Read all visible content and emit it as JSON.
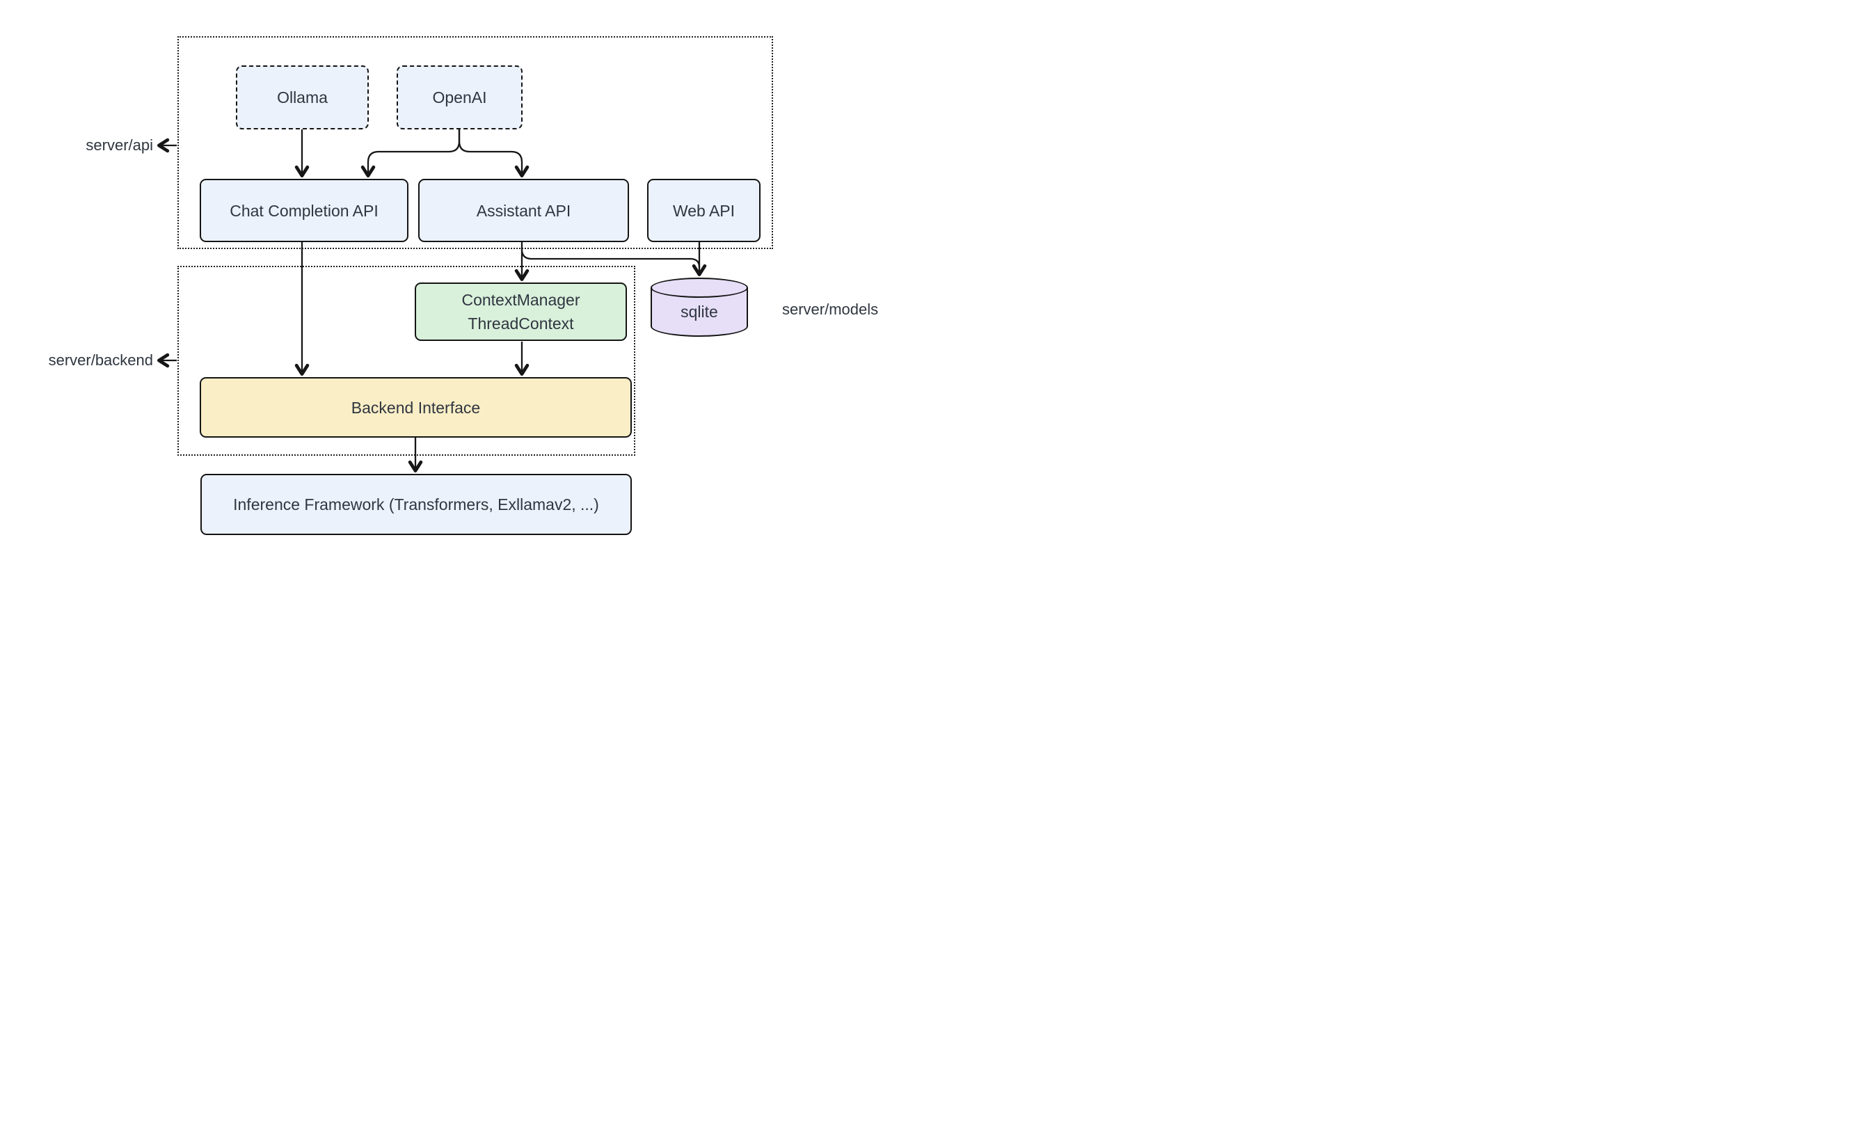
{
  "diagram": {
    "regions": {
      "server_api": {
        "label": "server/api"
      },
      "server_backend": {
        "label": "server/backend"
      },
      "server_models": {
        "label": "server/models"
      }
    },
    "nodes": {
      "ollama": {
        "label": "Ollama"
      },
      "openai": {
        "label": "OpenAI"
      },
      "chat_completion_api": {
        "label": "Chat Completion API"
      },
      "assistant_api": {
        "label": "Assistant API"
      },
      "web_api": {
        "label": "Web API"
      },
      "context_manager": {
        "line1": "ContextManager",
        "line2": "ThreadContext"
      },
      "sqlite": {
        "label": "sqlite"
      },
      "backend_interface": {
        "label": "Backend Interface"
      },
      "inference_framework": {
        "label": "Inference Framework (Transformers, Exllamav2, ...)"
      }
    },
    "edges": [
      {
        "from": "Ollama",
        "to": "Chat Completion API"
      },
      {
        "from": "OpenAI",
        "to": "Chat Completion API"
      },
      {
        "from": "OpenAI",
        "to": "Assistant API"
      },
      {
        "from": "Chat Completion API",
        "to": "Backend Interface"
      },
      {
        "from": "Assistant API",
        "to": "ContextManager ThreadContext"
      },
      {
        "from": "Assistant API",
        "to": "sqlite"
      },
      {
        "from": "Web API",
        "to": "sqlite"
      },
      {
        "from": "ContextManager ThreadContext",
        "to": "Backend Interface"
      },
      {
        "from": "Backend Interface",
        "to": "Inference Framework (Transformers, Exllamav2, ...)"
      }
    ],
    "colors": {
      "background": "#FFFFFF",
      "node_fill_blue": "#ECF2FB",
      "node_fill_green": "#D9F0DB",
      "node_fill_yellow": "#FAEEC6",
      "node_fill_purple": "#E7DFF8",
      "stroke": "#141414",
      "text": "#2F3640"
    }
  }
}
